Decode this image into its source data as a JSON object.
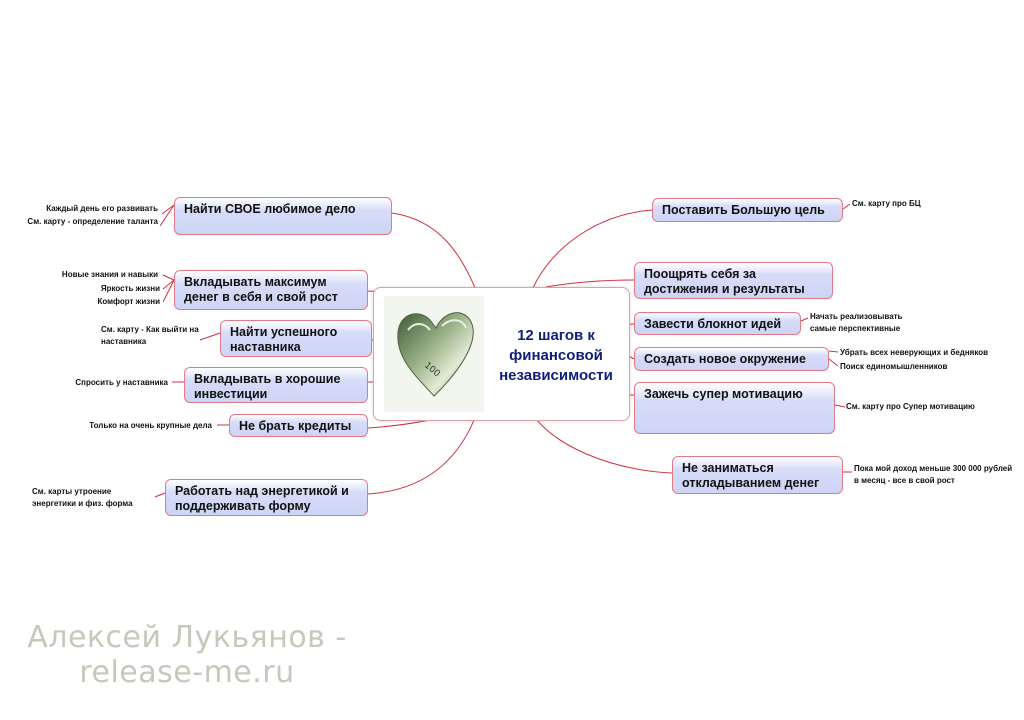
{
  "center": {
    "title": "12 шагов к финансовой независимости"
  },
  "left_branches": [
    {
      "label": "Найти СВОЕ любимое дело",
      "leaves": [
        "Каждый день его развивать",
        "См. карту - определение таланта"
      ]
    },
    {
      "label": "Вкладывать максимум денег  в себя и свой рост",
      "leaves": [
        "Новые знания и навыки",
        "Яркость жизни",
        "Комфорт жизни"
      ]
    },
    {
      "label": "Найти  успешного наставника",
      "leaves": [
        "См. карту - Как выйти на наставника"
      ]
    },
    {
      "label": "Вкладывать в хорошие инвестиции",
      "leaves": [
        "Спросить у наставника"
      ]
    },
    {
      "label": "Не брать кредиты",
      "leaves": [
        "Только на очень крупные дела"
      ]
    },
    {
      "label": "Работать над энергетикой и поддерживать форму",
      "leaves": [
        "См. карты утроение энергетики и физ. форма"
      ]
    }
  ],
  "right_branches": [
    {
      "label": "Поставить Большую цель",
      "leaves": [
        "См. карту  про БЦ"
      ]
    },
    {
      "label": "Поощрять себя за достижения и результаты",
      "leaves": []
    },
    {
      "label": "Завести блокнот идей",
      "leaves": [
        "Начать реализовывать самые перспективные"
      ]
    },
    {
      "label": "Создать новое окружение",
      "leaves": [
        "Убрать всех неверующих и бедняков",
        "Поиск единомышленников"
      ]
    },
    {
      "label": "Зажечь супер мотивацию",
      "leaves": [
        "См. карту про Супер мотивацию"
      ]
    },
    {
      "label": "Не заниматься откладыванием денег",
      "leaves": [
        "Пока мой доход меньше 300 000 рублей в месяц - все в свой рост"
      ]
    }
  ],
  "watermark": {
    "line1": "Алексей Лукьянов -",
    "line2": "release-me.ru"
  },
  "colors": {
    "connector": "#d0313f",
    "node_border": "#e07a86",
    "node_fill": "#cdd4f6",
    "title": "#0f1e7a"
  },
  "icons": {
    "center_image": "money-heart-icon"
  }
}
